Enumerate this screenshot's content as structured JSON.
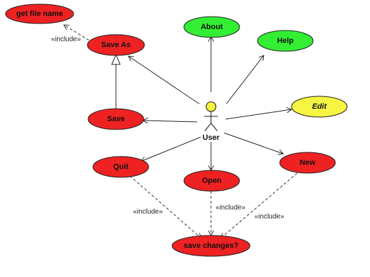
{
  "colors": {
    "red": "#ee2222",
    "green": "#33ee33",
    "yellow": "#f5f542",
    "line": "#222222"
  },
  "actor": {
    "label": "User",
    "head_color": "#f5f542"
  },
  "use_cases": {
    "get_file_name": {
      "label": "get file name",
      "fill": "#ee2222"
    },
    "save_as": {
      "label": "Save As",
      "fill": "#ee2222"
    },
    "save": {
      "label": "Save",
      "fill": "#ee2222"
    },
    "about": {
      "label": "About",
      "fill": "#33ee33"
    },
    "help": {
      "label": "Help",
      "fill": "#33ee33"
    },
    "edit": {
      "label": "Edit",
      "fill": "#f5f542"
    },
    "quit": {
      "label": "Quit",
      "fill": "#ee2222"
    },
    "open": {
      "label": "Open",
      "fill": "#ee2222"
    },
    "new": {
      "label": "New",
      "fill": "#ee2222"
    },
    "save_changes": {
      "label": "save changes?",
      "fill": "#ee2222"
    }
  },
  "stereotypes": {
    "saveas_getfilename": "«include»",
    "quit_savechanges": "«include»",
    "open_savechanges": "«include»",
    "new_savechanges": "«include»"
  }
}
